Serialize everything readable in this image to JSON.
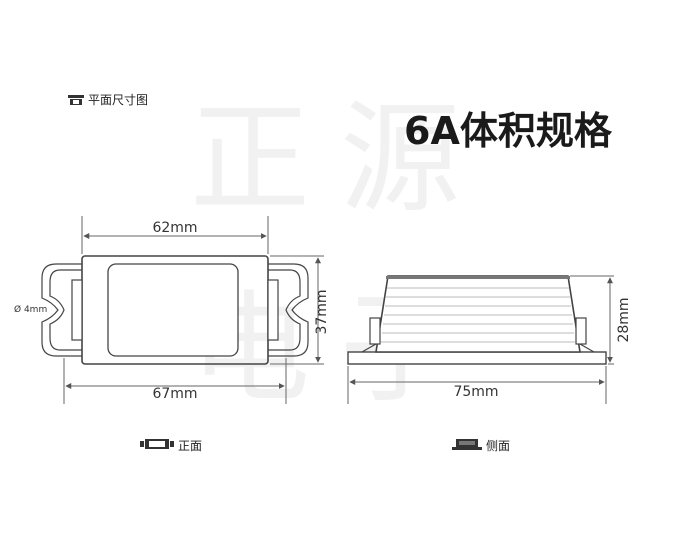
{
  "watermark": [
    "正",
    "源",
    "电",
    "子"
  ],
  "heading": "6A体积规格",
  "plan_title": "平面尺寸图",
  "front_view": {
    "width_top": "62mm",
    "width_bottom": "67mm",
    "height": "37mm",
    "hole": "Ø 4mm",
    "legend": "正面"
  },
  "side_view": {
    "width": "75mm",
    "height": "28mm",
    "legend": "侧面"
  }
}
